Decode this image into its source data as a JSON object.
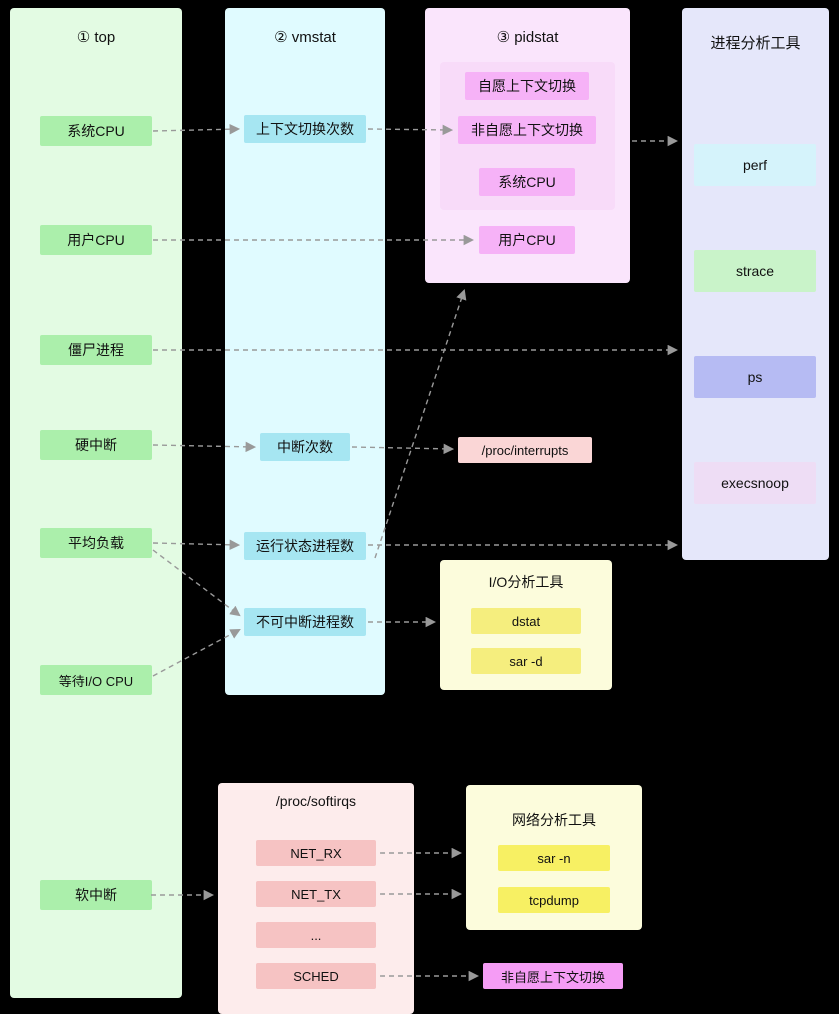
{
  "colors": {
    "background": "#000000",
    "arrow": "#999999",
    "top_panel": "#e3fbe3",
    "top_item": "#abefab",
    "vmstat_panel": "#e0fbff",
    "vmstat_item": "#a6e6f2",
    "pidstat_panel": "#fae5fc",
    "pidstat_item": "#f6b2f7",
    "process_tools_panel": "#e5e7fa",
    "io_net_panel": "#fcfcdc",
    "softirqs_panel": "#fdecec",
    "softirqs_item": "#f6c3c3",
    "interrupts_box": "#fad6d6",
    "involuntary_box": "#f59cf5"
  },
  "top_column": {
    "title": "① top",
    "items": [
      {
        "label": "系统CPU"
      },
      {
        "label": "用户CPU"
      },
      {
        "label": "僵尸进程"
      },
      {
        "label": "硬中断"
      },
      {
        "label": "平均负载"
      },
      {
        "label": "等待I/O CPU"
      },
      {
        "label": "软中断"
      }
    ]
  },
  "vmstat_column": {
    "title": "② vmstat",
    "items": [
      {
        "label": "上下文切换次数"
      },
      {
        "label": "中断次数"
      },
      {
        "label": "运行状态进程数"
      },
      {
        "label": "不可中断进程数"
      }
    ]
  },
  "pidstat_column": {
    "title": "③ pidstat",
    "inner_items": [
      {
        "label": "自愿上下文切换"
      },
      {
        "label": "非自愿上下文切换"
      },
      {
        "label": "系统CPU"
      }
    ],
    "items": [
      {
        "label": "用户CPU"
      }
    ]
  },
  "process_tools_column": {
    "title": "进程分析工具",
    "items": [
      {
        "label": "perf"
      },
      {
        "label": "strace"
      },
      {
        "label": "ps"
      },
      {
        "label": "execsnoop"
      }
    ]
  },
  "proc_interrupts": {
    "label": "/proc/interrupts"
  },
  "io_tools": {
    "title": "I/O分析工具",
    "items": [
      {
        "label": "dstat"
      },
      {
        "label": "sar -d"
      }
    ]
  },
  "proc_softirqs": {
    "title": "/proc/softirqs",
    "items": [
      {
        "label": "NET_RX"
      },
      {
        "label": "NET_TX"
      },
      {
        "label": "..."
      },
      {
        "label": "SCHED"
      }
    ]
  },
  "net_tools": {
    "title": "网络分析工具",
    "items": [
      {
        "label": "sar -n"
      },
      {
        "label": "tcpdump"
      }
    ]
  },
  "involuntary_switch": {
    "label": "非自愿上下文切换"
  }
}
